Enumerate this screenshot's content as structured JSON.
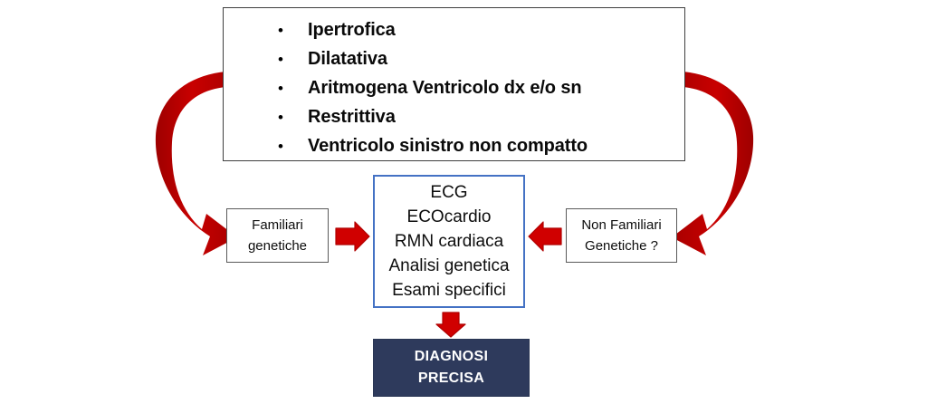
{
  "diagram": {
    "type": "flowchart",
    "title": "Cardiomiopatie - percorso diagnostico",
    "colors": {
      "arrow_red": "#C00000",
      "center_border_blue": "#4472C4",
      "diagnosis_navy": "#2E3A5C",
      "box_border_gray": "#3F3F3F",
      "background": "#FFFFFF",
      "text_black": "#0D0D0D",
      "text_white": "#FFFFFF"
    },
    "top_box": {
      "bullet_glyph": "•",
      "items": [
        "Ipertrofica",
        "Dilatativa",
        "Aritmogena  Ventricolo dx e/o sn",
        "Restrittiva",
        "Ventricolo sinistro non compatto"
      ]
    },
    "left_box": {
      "lines": [
        "Familiari",
        "genetiche"
      ]
    },
    "right_box": {
      "lines": [
        "Non Familiari",
        "Genetiche ?"
      ]
    },
    "center_box": {
      "lines": [
        "ECG",
        "ECOcardio",
        "RMN cardiaca",
        "Analisi genetica",
        "Esami specifici"
      ]
    },
    "diagnosis_box": {
      "lines": [
        "DIAGNOSI",
        "PRECISA"
      ]
    },
    "arrows": [
      {
        "name": "curved-arrow-left",
        "shape": "curved",
        "direction": "down-right",
        "from": "top-box",
        "to": "left-box",
        "color": "#C00000"
      },
      {
        "name": "curved-arrow-right",
        "shape": "curved",
        "direction": "down-left",
        "from": "top-box",
        "to": "right-box",
        "color": "#C00000"
      },
      {
        "name": "arrow-left-to-center",
        "shape": "block",
        "direction": "right",
        "from": "left-box",
        "to": "center-box",
        "color": "#C00000"
      },
      {
        "name": "arrow-right-to-center",
        "shape": "block",
        "direction": "left",
        "from": "right-box",
        "to": "center-box",
        "color": "#C00000"
      },
      {
        "name": "arrow-center-to-diagnosis",
        "shape": "block",
        "direction": "down",
        "from": "center-box",
        "to": "diagnosis-box",
        "color": "#C00000"
      }
    ]
  }
}
